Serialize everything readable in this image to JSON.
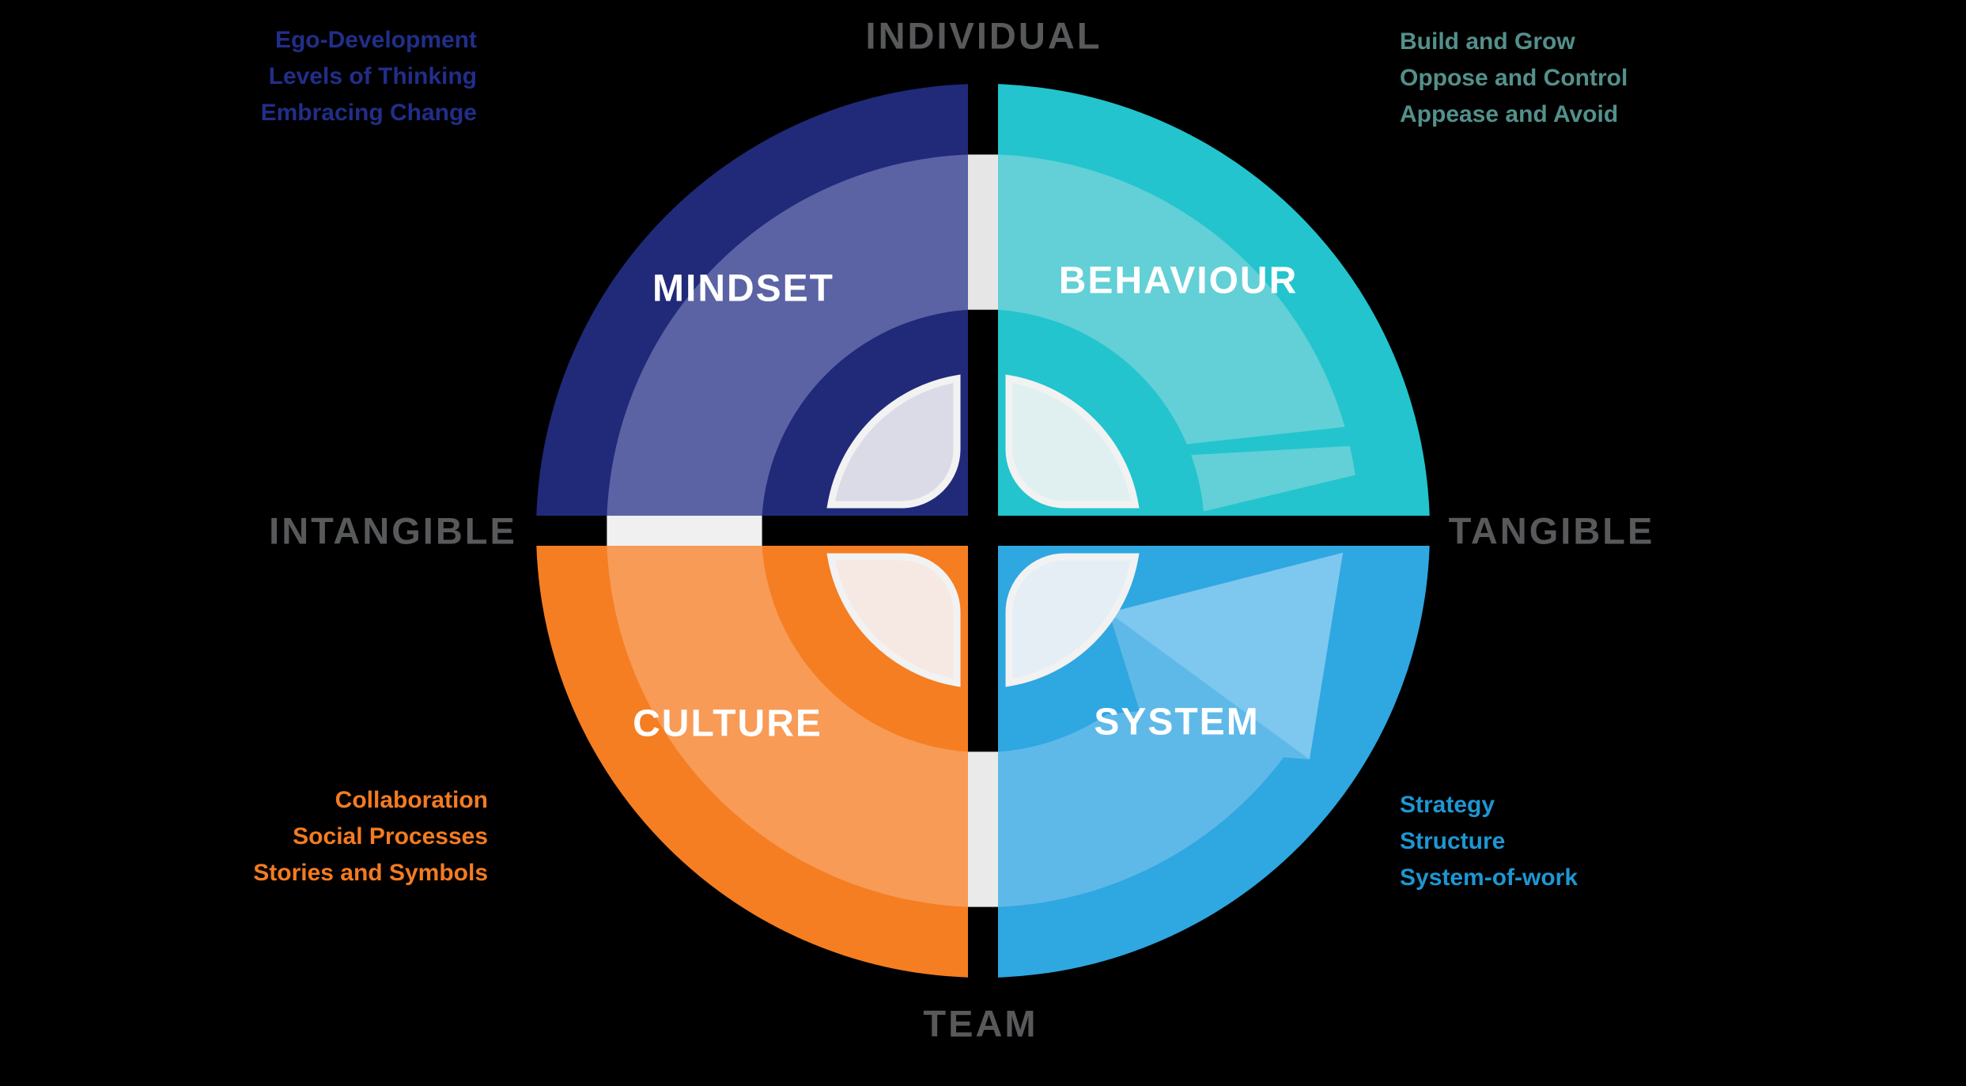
{
  "background": "#000000",
  "axes": {
    "top": "INDIVIDUAL",
    "bottom": "TEAM",
    "left": "INTANGIBLE",
    "right": "TANGIBLE",
    "label_color": "#58595B"
  },
  "quadrant_label_color": "#FFFFFF",
  "divider_colors": {
    "top_spacer": "#E6E6E6",
    "left_spacer": "#F0F0F0",
    "bottom_spacer": "#EAEAEA",
    "petal_stroke": "#F2F2F2"
  },
  "quadrants": [
    {
      "id": "mindset",
      "label": "MINDSET",
      "color": "#202A79",
      "band_color": "#5B63A5",
      "petal_color": "#DBDBE8",
      "annotation_color": "#212E89",
      "annotations": [
        "Ego-Development",
        "Levels of Thinking",
        "Embracing Change"
      ]
    },
    {
      "id": "behaviour",
      "label": "BEHAVIOUR",
      "color": "#23C4CD",
      "band_color": "#62D0D6",
      "petal_color": "#E0F0F1",
      "annotation_color": "#54908B",
      "annotations": [
        "Build and Grow",
        "Oppose and Control",
        "Appease and Avoid"
      ]
    },
    {
      "id": "culture",
      "label": "CULTURE",
      "color": "#F57E22",
      "band_color": "#F79B56",
      "petal_color": "#F6E8E2",
      "annotation_color": "#F47B20",
      "annotations": [
        "Collaboration",
        "Social Processes",
        "Stories and Symbols"
      ]
    },
    {
      "id": "system",
      "label": "SYSTEM",
      "color": "#2FA7E1",
      "band_color": "#5FB9E8",
      "arrow_head_color": "#7EC7EE",
      "petal_color": "#E5EEF5",
      "annotation_color": "#1E96D2",
      "annotations": [
        "Strategy",
        "Structure",
        "System-of-work"
      ]
    }
  ]
}
